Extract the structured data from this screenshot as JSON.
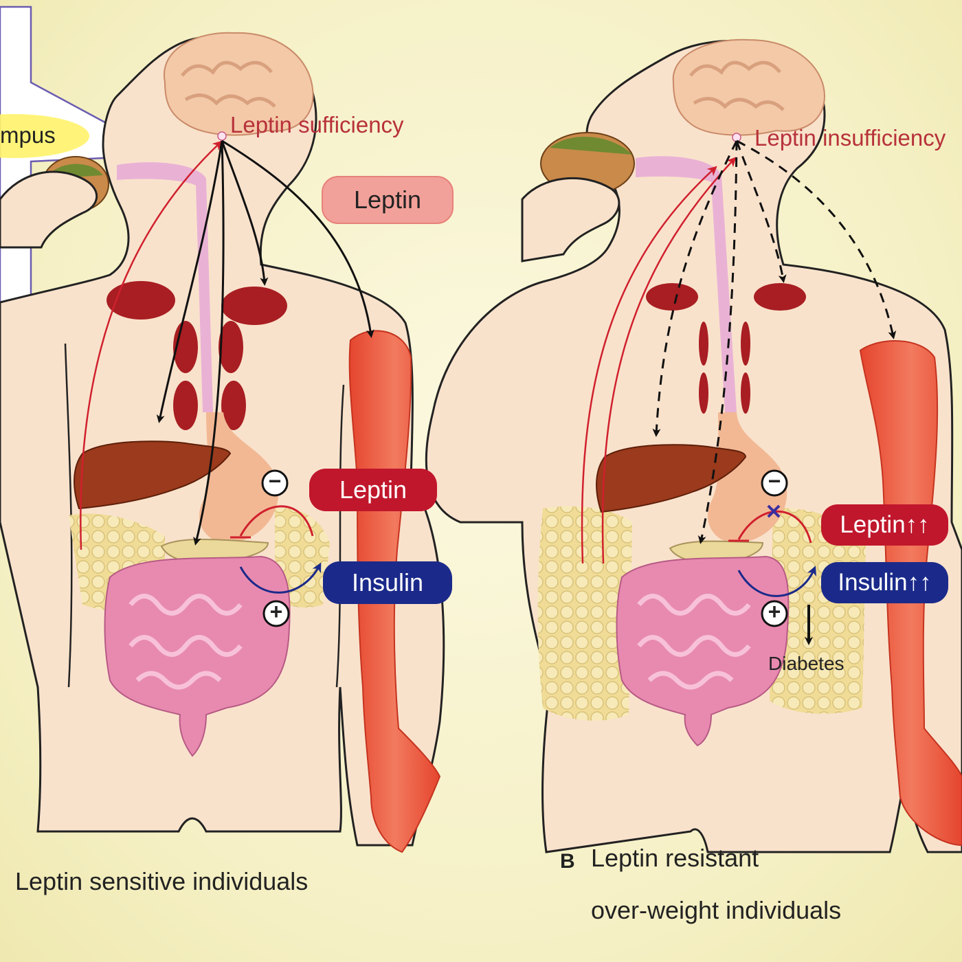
{
  "panel_a": {
    "hippocampus_label": "mpus",
    "brain_label": "Leptin sufficiency",
    "leptin_hormone_label": "Leptin",
    "leptin_pill": "Leptin",
    "insulin_pill": "Insulin",
    "minus_symbol": "−",
    "plus_symbol": "+",
    "caption": "Leptin sensitive individuals"
  },
  "panel_b": {
    "letter": "B",
    "brain_label": "Leptin insufficiency",
    "leptin_pill": "Leptin↑↑",
    "insulin_pill": "Insulin↑↑",
    "minus_symbol": "−",
    "plus_symbol": "+",
    "blocked_symbol": "✕",
    "diabetes_label": "Diabetes",
    "caption_line1": "Leptin resistant",
    "caption_line2": "over-weight individuals"
  },
  "colors": {
    "leptin_red": "#c0172c",
    "insulin_blue": "#1b2a8a",
    "liver": "#9b3a1c",
    "intestine": "#e88ab0",
    "muscle": "#e8553a",
    "fat": "#f2e3a0",
    "skin": "#f9e2cc",
    "brain": "#f3c9a8"
  }
}
